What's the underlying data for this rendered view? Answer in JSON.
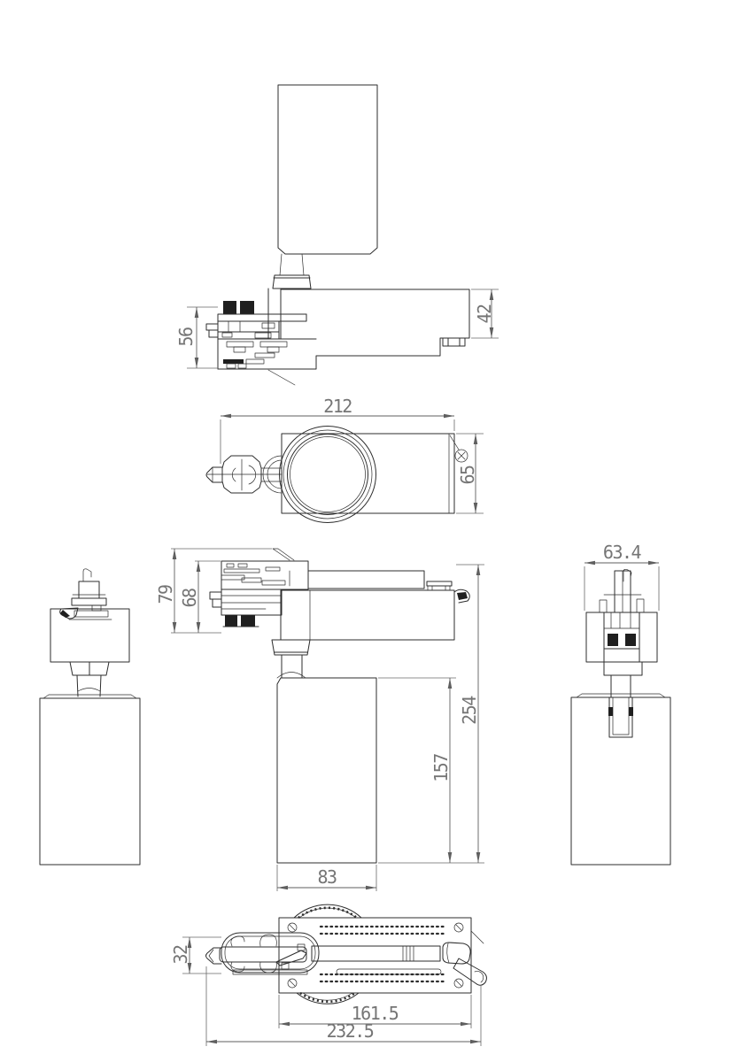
{
  "document": {
    "type": "technical-dimension-drawing",
    "subject": "LED track spotlight, six orthographic views",
    "background": "#ffffff"
  },
  "colors": {
    "part_line": "#2d2d2d",
    "dimension_line": "#5f5f5f",
    "dimension_text": "#757575"
  },
  "dimensions": {
    "side_inverted_view": {
      "adapter_height": "56",
      "housing_height": "42"
    },
    "top_view": {
      "overall_length": "212",
      "head_depth": "65"
    },
    "side_view": {
      "upper_height_outer": "79",
      "upper_height_inner": "68",
      "overall_height": "254",
      "lamp_body_height": "157",
      "lamp_body_width": "83"
    },
    "rear_view": {
      "adapter_width": "63.4"
    },
    "bottom_view": {
      "adapter_depth": "32",
      "housing_length": "161.5",
      "overall_length": "232.5"
    }
  }
}
